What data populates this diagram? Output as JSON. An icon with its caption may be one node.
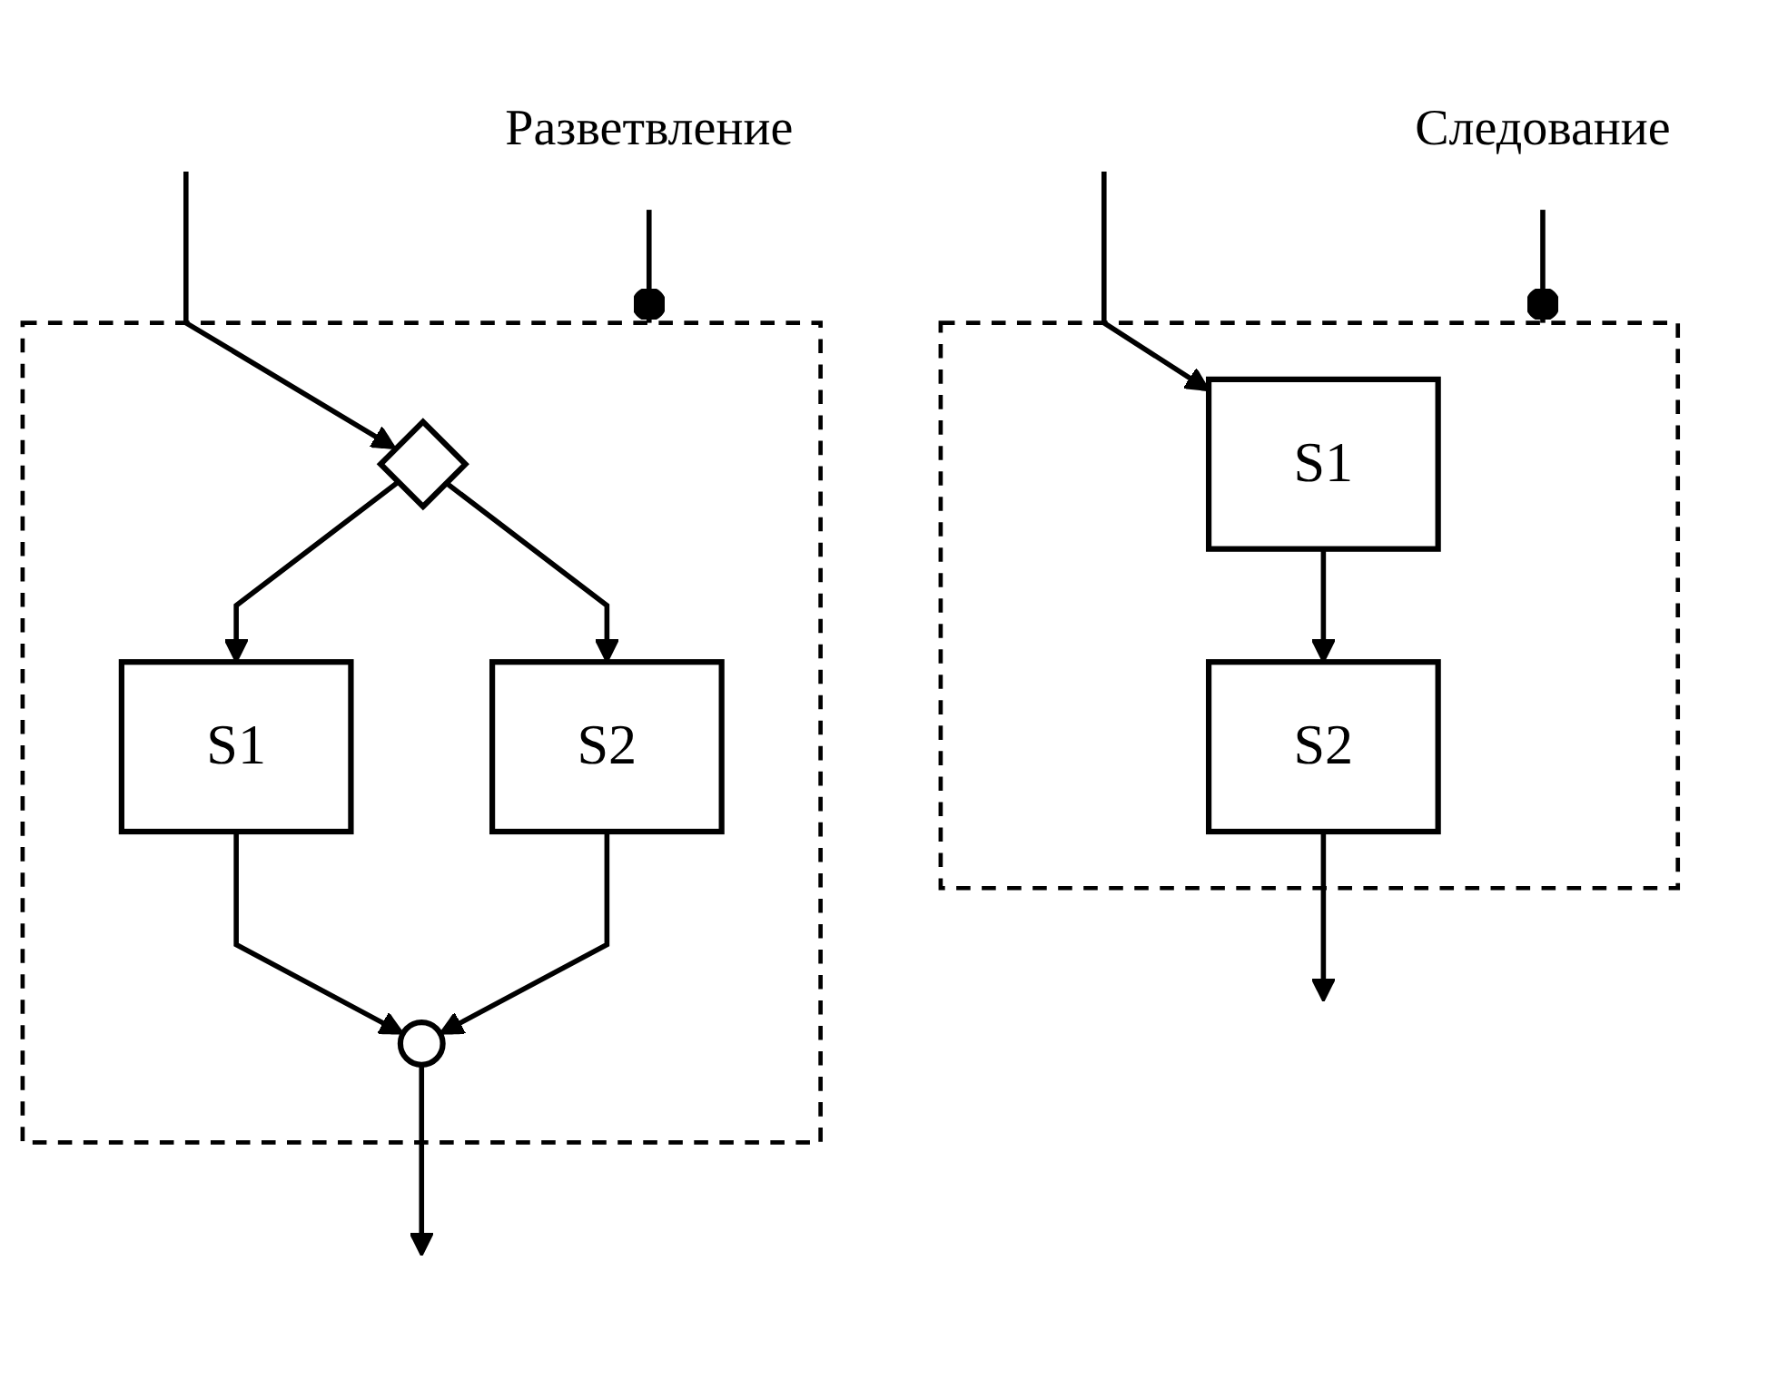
{
  "diagram": {
    "nodes": [
      {
        "text": [
          "Разветвление"
        ]
      },
      {
        "text": [],
        "shape": "box"
      },
      {
        "text": [],
        "shape": "diamond",
        "in": 1
      },
      {
        "text": [
          "S1"
        ],
        "in": 1
      },
      {
        "text": [
          "S2"
        ],
        "in": 1
      },
      {
        "text": [],
        "shape": "circle",
        "in": 1
      },
      {
        "text": [
          "Следование"
        ]
      },
      {
        "text": [],
        "shape": "box"
      },
      {
        "text": [
          "S1"
        ],
        "in": 7
      },
      {
        "text": [
          "S2"
        ],
        "in": 7
      }
    ],
    "edges": [
      {
        "from": 0,
        "to": 1,
        "arrow": "other"
      },
      {
        "from": null,
        "to": 2,
        "arrow": "to"
      },
      {
        "from": 2,
        "to": 3,
        "arrow": "to"
      },
      {
        "from": 2,
        "to": 4,
        "arrow": "to"
      },
      {
        "from": 3,
        "to": 5,
        "arrow": "to"
      },
      {
        "from": 4,
        "to": 5,
        "arrow": "to"
      },
      {
        "from": 5,
        "to": null,
        "arrow": "to"
      },
      {
        "from": 6,
        "to": 7,
        "arrow": "other"
      },
      {
        "from": null,
        "to": 8,
        "arrow": "to"
      },
      {
        "from": 8,
        "to": 9,
        "arrow": "to"
      },
      {
        "from": 9,
        "to": null,
        "arrow": "to"
      }
    ]
  }
}
